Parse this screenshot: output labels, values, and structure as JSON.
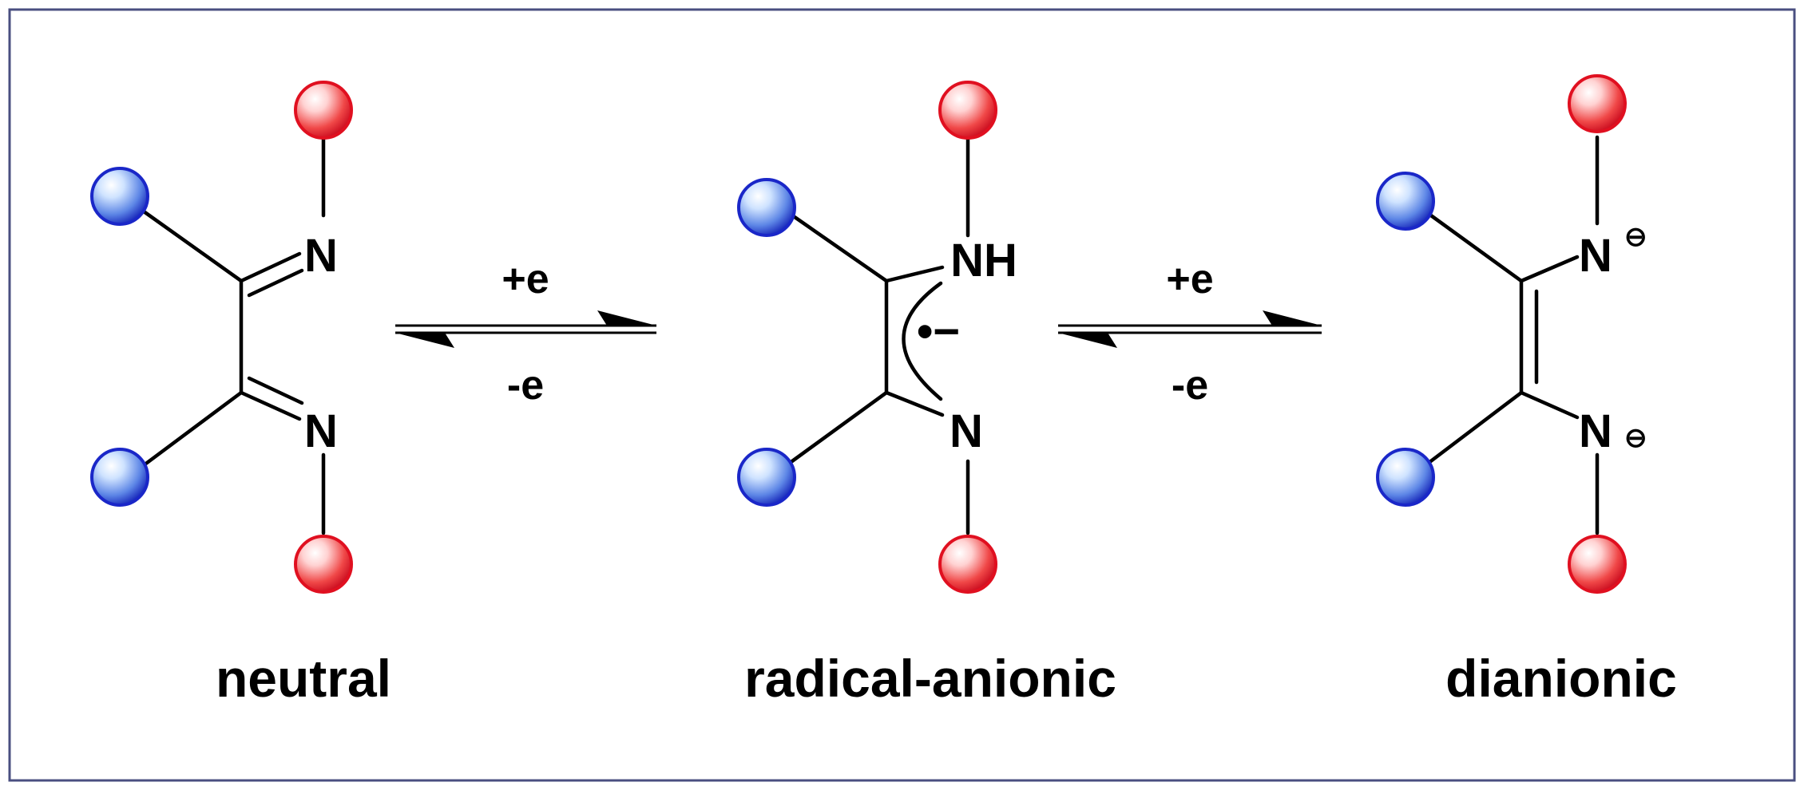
{
  "states": {
    "neutral": "neutral",
    "radical_anionic": "radical-anionic",
    "dianionic": "dianionic"
  },
  "atoms": {
    "n": "N",
    "nh": "NH"
  },
  "charges": {
    "radical_anion": "•−",
    "minus_circle": "⊖"
  },
  "arrows": {
    "forward": "+e",
    "reverse": "-e"
  },
  "colors": {
    "frame": "#4a4f80",
    "substituent_blue": "#2233dd",
    "substituent_red": "#e8102a"
  }
}
